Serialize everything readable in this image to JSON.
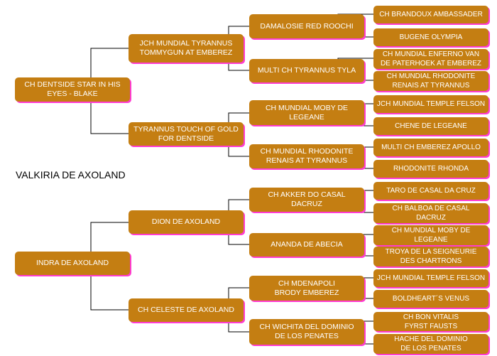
{
  "title": "VALKIRIA DE AXOLAND",
  "colors": {
    "box": "#c47e12",
    "shadow": "#ff3bd0",
    "line": "#000000",
    "text": "#ffffff"
  },
  "sire": {
    "name": "CH DENTSIDE STAR IN HIS\nEYES - BLAKE",
    "sire": {
      "name": "JCH MUNDIAL TYRANNUS\nTOMMYGUN AT EMBEREZ",
      "sire": {
        "name": "DAMALOSIE RED ROOCHI",
        "sire": "CH BRANDOUX AMBASSADER",
        "dam": "BUGENE OLYMPIA"
      },
      "dam": {
        "name": "MULTI CH TYRANNUS TYLA",
        "sire": "CH MUNDIAL ENFERNO VAN\nDE PATERHOEK AT EMBEREZ",
        "dam": "CH MUNDIAL RHODONITE\nRENAIS AT TYRANNUS"
      }
    },
    "dam": {
      "name": "TYRANNUS TOUCH OF GOLD\nFOR DENTSIDE",
      "sire": {
        "name": "CH MUNDIAL MOBY DE\nLEGEANE",
        "sire": "JCH MUNDIAL TEMPLE FELSON",
        "dam": "CHENE DE LEGEANE"
      },
      "dam": {
        "name": "CH MUNDIAL RHODONITE\nRENAIS AT TYRANNUS",
        "sire": "MULTI CH EMBEREZ APOLLO",
        "dam": "RHODONITE RHONDA"
      }
    }
  },
  "dam": {
    "name": "INDRA DE AXOLAND",
    "sire": {
      "name": "DION DE AXOLAND",
      "sire": {
        "name": "CH AKKER DO CASAL\nDACRUZ",
        "sire": "TARO DE CASAL DA CRUZ",
        "dam": "CH BALBOA DE CASAL\nDACRUZ"
      },
      "dam": {
        "name": "ANANDA DE ABECIA",
        "sire": "CH MUNDIAL MOBY DE\nLEGEANE",
        "dam": "TROYA DE LA SEIGNEURIE\nDES CHARTRONS"
      }
    },
    "dam": {
      "name": "CH CELESTE DE AXOLAND",
      "sire": {
        "name": "CH MDENAPOLI\nBRODY EMBEREZ",
        "sire": "JCH MUNDIAL TEMPLE FELSON",
        "dam": "BOLDHEART´S VENUS"
      },
      "dam": {
        "name": "CH WICHITA DEL DOMINIO\nDE LOS PENATES",
        "sire": "CH BON VITALIS\nFYRST FAUSTS",
        "dam": "HACHE DEL DOMINIO\nDE LOS PENATES"
      }
    }
  }
}
